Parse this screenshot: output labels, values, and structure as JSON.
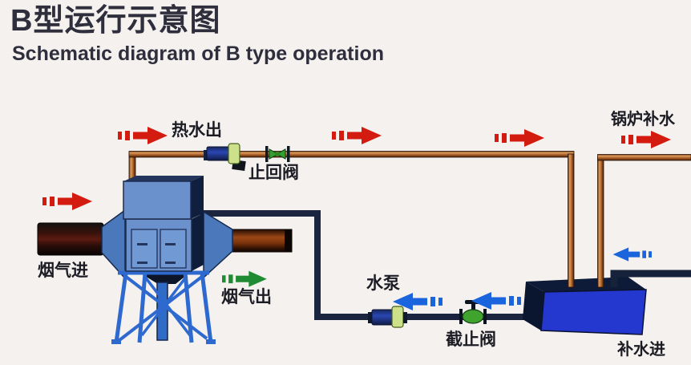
{
  "header": {
    "title_cn": "B型运行示意图",
    "title_en": "Schematic diagram of B type operation"
  },
  "labels": {
    "hot_water_out": "热水出",
    "check_valve": "止回阀",
    "boiler_makeup_water": "锅炉补水",
    "flue_gas_in": "烟气进",
    "flue_gas_out": "烟气出",
    "water_pump": "水泵",
    "stop_valve": "截止阀",
    "makeup_water_in": "补水进"
  },
  "colors": {
    "red_arrow": "#d41b10",
    "green_arrow": "#1f8c33",
    "blue_arrow": "#1a64dd",
    "copper_pipe": "#b2662c",
    "water_pipe": "#1b2540",
    "makeup_pipe": "#16213a",
    "tank_blue": "#2438cf",
    "exchanger_blue": "#6b91cd",
    "stand_blue": "#2d69cf",
    "title_color": "#2e2e3c",
    "background": "#f4f1ee"
  },
  "icons": [
    {
      "name": "flow-arrow-red-hot-water-out",
      "shape": "dashed-arrow",
      "direction": "right",
      "color": "#d41b10"
    },
    {
      "name": "flow-arrow-red-pipe-mid",
      "shape": "dashed-arrow",
      "direction": "right",
      "color": "#d41b10"
    },
    {
      "name": "flow-arrow-red-pipe-right",
      "shape": "dashed-arrow",
      "direction": "right",
      "color": "#d41b10"
    },
    {
      "name": "flow-arrow-red-boiler-makeup",
      "shape": "dashed-arrow",
      "direction": "right",
      "color": "#d41b10"
    },
    {
      "name": "flow-arrow-red-flue-in",
      "shape": "dashed-arrow",
      "direction": "right",
      "color": "#d41b10"
    },
    {
      "name": "flow-arrow-green-flue-out",
      "shape": "dashed-arrow",
      "direction": "right",
      "color": "#1f8c33"
    },
    {
      "name": "flow-arrow-blue-pump",
      "shape": "dashed-arrow",
      "direction": "left",
      "color": "#1a64dd"
    },
    {
      "name": "flow-arrow-blue-return",
      "shape": "dashed-arrow",
      "direction": "left",
      "color": "#1a64dd"
    },
    {
      "name": "flow-arrow-blue-makeup-in",
      "shape": "dashed-arrow",
      "direction": "left",
      "color": "#1a64dd"
    }
  ]
}
